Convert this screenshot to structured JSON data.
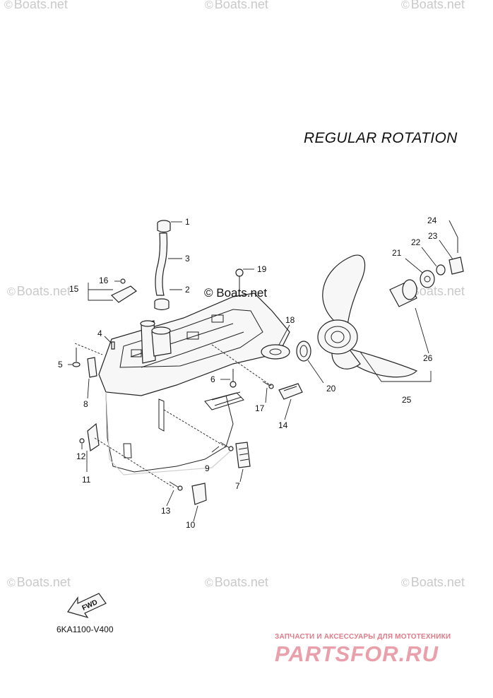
{
  "title": "REGULAR ROTATION",
  "diagram_code": "6KA1100-V400",
  "fwd_label": "FWD",
  "watermark": {
    "text": "Boats.net",
    "symbol": "©",
    "color": "#c9c9c9"
  },
  "inline_watermark": "© Boats.net",
  "brand": {
    "tagline": "ЗАПЧАСТИ И АКСЕССУАРЫ ДЛЯ МОТОТЕХНИКИ",
    "logo": "PARTSFOR.RU",
    "color": "#e27b89"
  },
  "callouts": [
    "1",
    "2",
    "3",
    "4",
    "5",
    "6",
    "7",
    "8",
    "9",
    "10",
    "11",
    "12",
    "13",
    "14",
    "15",
    "16",
    "17",
    "18",
    "19",
    "20",
    "21",
    "22",
    "23",
    "24",
    "25",
    "26"
  ]
}
